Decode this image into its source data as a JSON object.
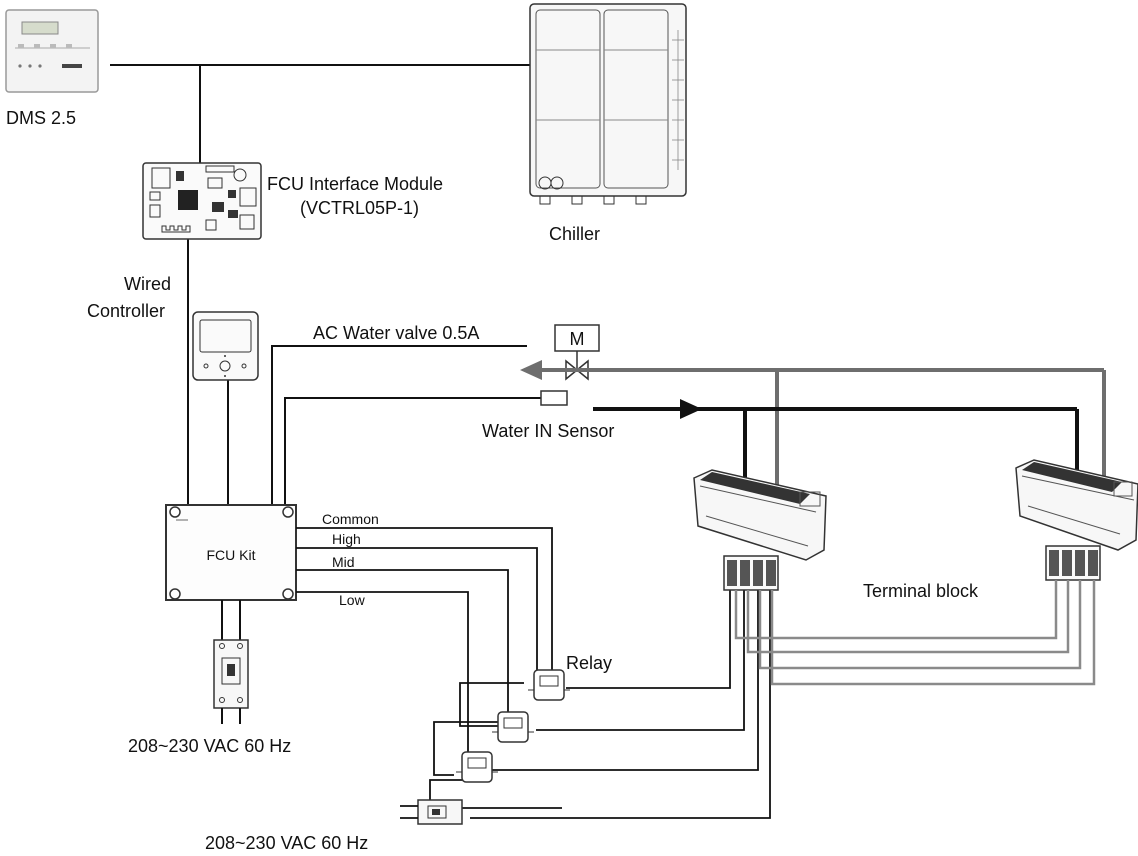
{
  "labels": {
    "dms": "DMS 2.5",
    "fcu_interface_1": "FCU Interface Module",
    "fcu_interface_2": "(VCTRL05P-1)",
    "chiller": "Chiller",
    "wired_1": "Wired",
    "wired_2": "Controller",
    "ac_valve": "AC Water valve 0.5A",
    "valve_m": "M",
    "water_in": "Water IN Sensor",
    "fcu_kit": "FCU Kit",
    "common": "Common",
    "high": "High",
    "mid": "Mid",
    "low": "Low",
    "relay": "Relay",
    "terminal_block": "Terminal block",
    "power_1": "208~230 VAC 60 Hz",
    "power_2": "208~230 VAC 60 Hz"
  },
  "colors": {
    "wire": "#111111",
    "pipe_return": "#6e6e6e",
    "pipe_supply": "#111111",
    "equipment_fill": "#f2f2f2",
    "equipment_stroke": "#333333",
    "grey_wire": "#8a8a8a"
  }
}
